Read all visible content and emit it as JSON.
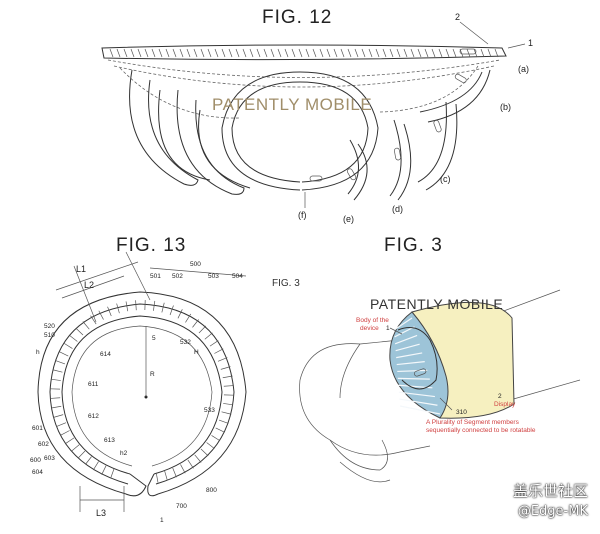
{
  "figures": {
    "fig12": {
      "title": "FIG. 12",
      "labels": {
        "n2": "2",
        "n1": "1",
        "a": "(a)",
        "b": "(b)",
        "c": "(c)",
        "d": "(d)",
        "e": "(e)",
        "f": "(f)"
      }
    },
    "fig13": {
      "title": "FIG. 13",
      "labels": {
        "L1": "L1",
        "L2": "L2",
        "L3": "L3",
        "n500": "500",
        "n501": "501",
        "n502": "502",
        "n503": "503",
        "n504": "504",
        "n520": "520",
        "n510": "510",
        "h": "h",
        "n614": "614",
        "n5": "5",
        "n532": "532",
        "H": "H",
        "R": "R",
        "n611": "611",
        "n533": "533",
        "n612": "612",
        "n601": "601",
        "n602": "602",
        "n603": "603",
        "n600": "600",
        "n604": "604",
        "n613": "613",
        "h2": "h2",
        "n800": "800",
        "n700": "700",
        "n1": "1"
      }
    },
    "fig3small": {
      "title": "FIG. 3"
    },
    "fig3": {
      "title": "FIG. 3",
      "labels": {
        "body1": "Body of the",
        "body2": "device",
        "n1": "1",
        "n2": "2",
        "display": "Display",
        "n310": "310",
        "seg1": "A Plurality of Segment members",
        "seg2": "sequentially connected to be rotatable"
      }
    }
  },
  "watermarks": {
    "primary": "PATENTLY MOBILE",
    "secondary": "PATENTLY MOBILE"
  },
  "footer": {
    "site": "盖乐世社区",
    "handle": "@Edge-MK"
  },
  "colors": {
    "watermark_brown": "#a08e6a",
    "display_yellow": "#f6f0c0",
    "segment_blue": "#9dc4d8",
    "red_text": "#d04040"
  }
}
